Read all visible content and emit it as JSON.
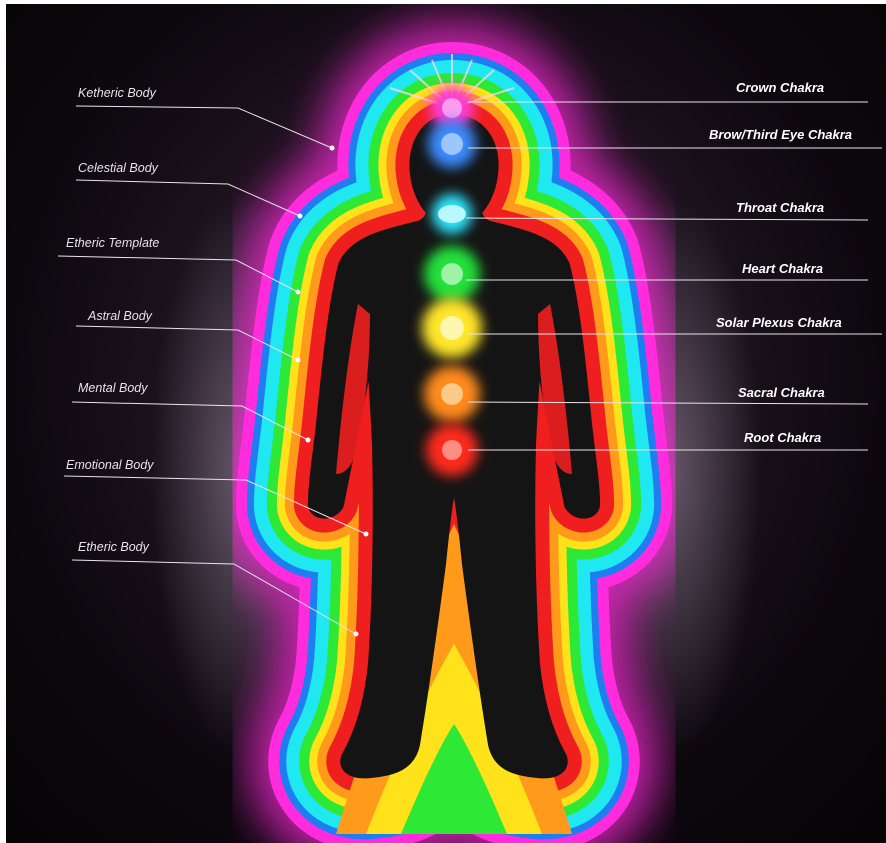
{
  "bodies": [
    {
      "id": "ketheric",
      "label": "Ketheric Body"
    },
    {
      "id": "celestial",
      "label": "Celestial Body"
    },
    {
      "id": "etheric-template",
      "label": "Etheric Template"
    },
    {
      "id": "astral",
      "label": "Astral Body"
    },
    {
      "id": "mental",
      "label": "Mental Body"
    },
    {
      "id": "emotional",
      "label": "Emotional Body"
    },
    {
      "id": "etheric",
      "label": "Etheric Body"
    }
  ],
  "chakras": [
    {
      "id": "crown",
      "label": "Crown Chakra",
      "color": "#ff3bd6"
    },
    {
      "id": "brow",
      "label": "Brow/Third Eye Chakra",
      "color": "#3a8cff"
    },
    {
      "id": "throat",
      "label": "Throat Chakra",
      "color": "#2fe7ff"
    },
    {
      "id": "heart",
      "label": "Heart Chakra",
      "color": "#22e03a"
    },
    {
      "id": "solar-plexus",
      "label": "Solar Plexus Chakra",
      "color": "#ffe62a"
    },
    {
      "id": "sacral",
      "label": "Sacral Chakra",
      "color": "#ff8a1c"
    },
    {
      "id": "root",
      "label": "Root Chakra",
      "color": "#ff2a1a"
    }
  ],
  "aura_colors": {
    "outer": "#ff2bdc",
    "blue": "#1f7df2",
    "cyan": "#1fe8f0",
    "green": "#2ee836",
    "yellow": "#ffe21a",
    "orange": "#ff9a1a",
    "red": "#ef1f1f",
    "body": "#141414"
  }
}
